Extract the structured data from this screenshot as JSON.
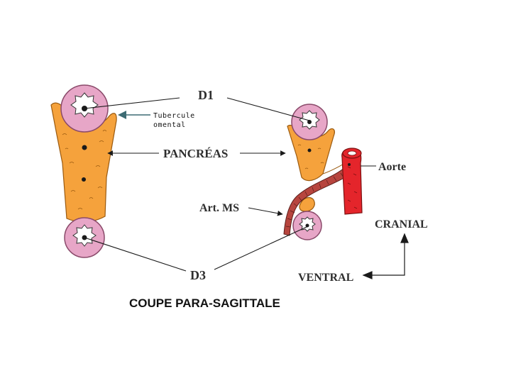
{
  "labels": {
    "d1": "D1",
    "tubercule_line1": "Tubercule",
    "tubercule_line2": "omental",
    "pancreas": "PANCRÉAS",
    "aorte": "Aorte",
    "art_ms": "Art. MS",
    "cranial": "CRANIAL",
    "d3": "D3",
    "ventral": "VENTRAL"
  },
  "caption": "COUPE PARA-SAGITTALE",
  "colors": {
    "pancreas": "#F5A23C",
    "duodenum_outer": "#E7A6C7",
    "duodenum_inner": "#FFFFFF",
    "aorta": "#E4252B",
    "artery": "#B7453E",
    "arrow_teal": "#3D6B73",
    "line": "#1a1a1a"
  }
}
